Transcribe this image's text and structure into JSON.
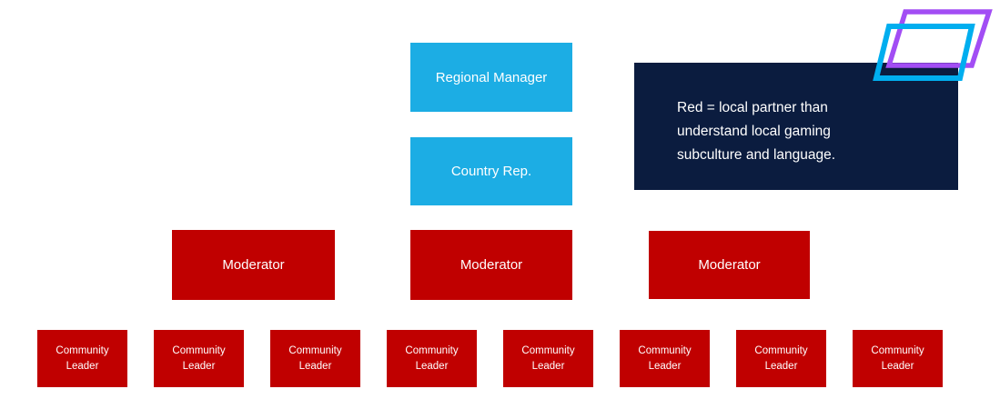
{
  "colors": {
    "blue": "#1CADE4",
    "red": "#C00000",
    "navy": "#0B1C3F",
    "logo_purple": "#A24DF4",
    "logo_cyan": "#00AEEF",
    "text": "#FFFFFF"
  },
  "org_chart": {
    "level1": [
      {
        "label": "Regional Manager"
      }
    ],
    "level2": [
      {
        "label": "Country Rep."
      }
    ],
    "moderators": [
      {
        "label": "Moderator"
      },
      {
        "label": "Moderator"
      },
      {
        "label": "Moderator"
      }
    ],
    "community_leaders": [
      {
        "label": "Community Leader"
      },
      {
        "label": "Community Leader"
      },
      {
        "label": "Community Leader"
      },
      {
        "label": "Community Leader"
      },
      {
        "label": "Community Leader"
      },
      {
        "label": "Community Leader"
      },
      {
        "label": "Community Leader"
      },
      {
        "label": "Community Leader"
      }
    ]
  },
  "note": {
    "lines": [
      "Red = local partner than",
      "understand local gaming",
      "subculture and language."
    ]
  },
  "logo": {
    "shapes": [
      "purple-parallelogram",
      "cyan-parallelogram"
    ]
  }
}
